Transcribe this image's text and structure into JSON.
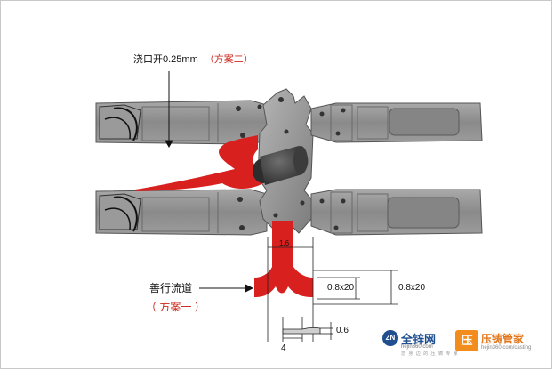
{
  "labels": {
    "gate_main": "浇口开0.25mm",
    "gate_scheme": "（方案二）",
    "runner_main": "善行流道",
    "runner_scheme": "（ 方案一 ）",
    "dim_top": "1.6",
    "dim_inner": "0.8x20",
    "dim_outer": "0.8x20",
    "dim_thickness": "0.6",
    "dim_width": "4"
  },
  "logos": {
    "zn_badge": "ZN",
    "zn_name": "全锌网",
    "zn_url": "hejin360.com",
    "zn_tagline": "您 身 边 的 压 铸 专 家",
    "ya_badge": "压",
    "ya_name": "压铸管家",
    "ya_url": "hejin360.com/casting"
  },
  "colors": {
    "runner_red": "#d8201f",
    "scheme_red": "#cc2a1f",
    "die_gray": "#8f8f8f",
    "zn_blue": "#1f4f8e",
    "ya_orange": "#f28c1d"
  }
}
